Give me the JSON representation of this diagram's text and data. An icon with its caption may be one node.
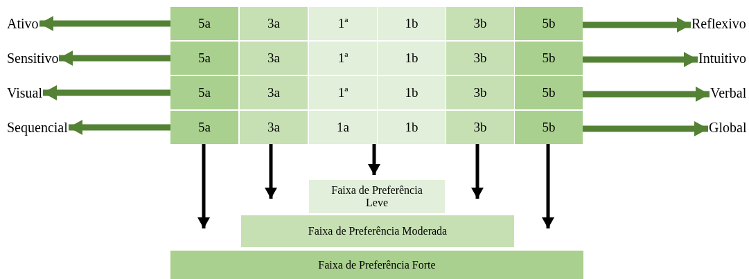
{
  "diagram": {
    "nodes": [
      {
        "text": [
          "Ativo"
        ]
      },
      {
        "text": [
          "5a"
        ]
      },
      {
        "text": [
          "3a"
        ]
      },
      {
        "text": [
          "1ª"
        ]
      },
      {
        "text": [
          "1b"
        ]
      },
      {
        "text": [
          "3b"
        ]
      },
      {
        "text": [
          "5b"
        ]
      },
      {
        "text": [
          "Reflexivo"
        ]
      },
      {
        "text": [
          "Sensitivo"
        ]
      },
      {
        "text": [
          "5a"
        ]
      },
      {
        "text": [
          "3a"
        ]
      },
      {
        "text": [
          "1ª"
        ]
      },
      {
        "text": [
          "1b"
        ]
      },
      {
        "text": [
          "3b"
        ]
      },
      {
        "text": [
          "5b"
        ]
      },
      {
        "text": [
          "Intuitivo"
        ]
      },
      {
        "text": [
          "Visual"
        ]
      },
      {
        "text": [
          "5a"
        ]
      },
      {
        "text": [
          "3a"
        ]
      },
      {
        "text": [
          "1ª"
        ]
      },
      {
        "text": [
          "1b"
        ]
      },
      {
        "text": [
          "3b"
        ]
      },
      {
        "text": [
          "5b"
        ]
      },
      {
        "text": [
          "Verbal"
        ]
      },
      {
        "text": [
          "Sequencial"
        ]
      },
      {
        "text": [
          "5a"
        ]
      },
      {
        "text": [
          "3a"
        ]
      },
      {
        "text": [
          "1a"
        ]
      },
      {
        "text": [
          "1b"
        ]
      },
      {
        "text": [
          "3b"
        ]
      },
      {
        "text": [
          "5b"
        ]
      },
      {
        "text": [
          "Global"
        ]
      },
      {
        "text": [
          "Faixa de Preferência Leve"
        ]
      },
      {
        "text": [
          "Faixa de Preferência Moderada"
        ]
      },
      {
        "text": [
          "Faixa de Preferência Forte"
        ]
      }
    ],
    "edges": [
      {
        "from": 1,
        "to": 0,
        "arrow": "to"
      },
      {
        "from": 6,
        "to": 7,
        "arrow": "to"
      },
      {
        "from": 9,
        "to": 8,
        "arrow": "to"
      },
      {
        "from": 14,
        "to": 15,
        "arrow": "to"
      },
      {
        "from": 17,
        "to": 16,
        "arrow": "to"
      },
      {
        "from": 22,
        "to": 23,
        "arrow": "to"
      },
      {
        "from": 25,
        "to": 24,
        "arrow": "to"
      },
      {
        "from": 30,
        "to": 31,
        "arrow": "to"
      },
      {
        "from": 25,
        "to": 34,
        "arrow": "to",
        "color": "#000000"
      },
      {
        "from": 26,
        "to": 33,
        "arrow": "to",
        "color": "#000000"
      },
      {
        "from": 27,
        "to": 32,
        "arrow": "to",
        "color": "#000000"
      },
      {
        "from": 29,
        "to": 33,
        "arrow": "to",
        "color": "#000000"
      },
      {
        "from": 30,
        "to": 34,
        "arrow": "to",
        "color": "#000000"
      }
    ]
  }
}
